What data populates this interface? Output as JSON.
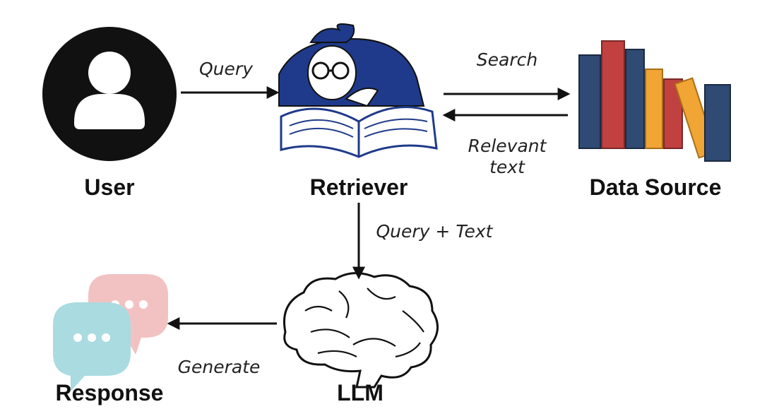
{
  "nodes": {
    "user": {
      "label": "User"
    },
    "retriever": {
      "label": "Retriever"
    },
    "data_source": {
      "label": "Data Source"
    },
    "llm": {
      "label": "LLM"
    },
    "response": {
      "label": "Response"
    }
  },
  "edges": {
    "query": {
      "label": "Query"
    },
    "search": {
      "label": "Search"
    },
    "relevant_text": {
      "label_line1": "Relevant",
      "label_line2": "text"
    },
    "query_text": {
      "label": "Query + Text"
    },
    "generate": {
      "label": "Generate"
    }
  },
  "colors": {
    "ink": "#111111",
    "robe": "#1f3a8a",
    "book_blue": "#2f4a73",
    "book_red": "#c0413f",
    "book_orange": "#f0a534",
    "bubble_pink": "#f2c2c2",
    "bubble_cyan": "#a9dbe0"
  }
}
